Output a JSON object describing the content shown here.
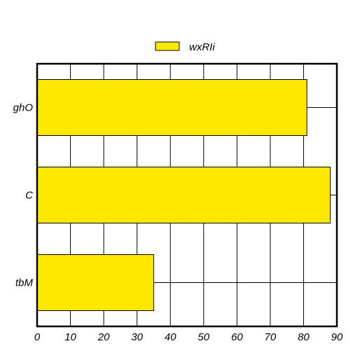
{
  "chart_data": {
    "type": "bar",
    "orientation": "horizontal",
    "categories": [
      "ghO",
      "C",
      "tbM"
    ],
    "series": [
      {
        "name": "wxRIi",
        "values": [
          81,
          88,
          35
        ],
        "color": "#FFE800"
      }
    ],
    "xlim": [
      0,
      90
    ],
    "xticks": [
      "0",
      "10",
      "20",
      "30",
      "40",
      "50",
      "60",
      "70",
      "80",
      "90"
    ],
    "xlabel": "",
    "ylabel": "",
    "title": "",
    "grid": true,
    "legend_position": "top-center"
  }
}
